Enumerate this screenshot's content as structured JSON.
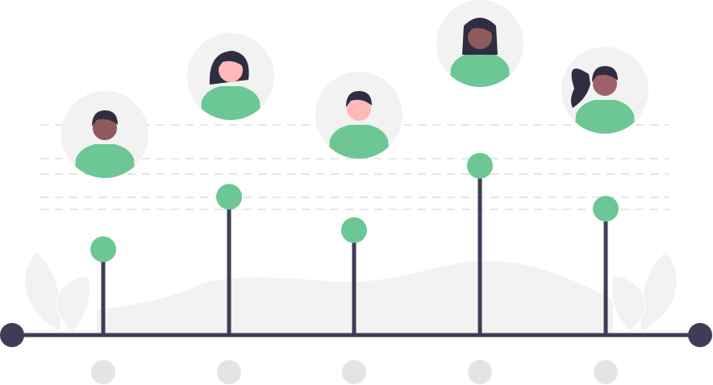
{
  "colors": {
    "accent": "#6cc795",
    "line": "#3f3d56",
    "avatar_bg": "#f2f2f2",
    "guide": "#e6e6e6",
    "dot_gray": "#e4e4e4",
    "hair": "#2f2e41"
  },
  "avatars": [
    {
      "icon": "person-short-hair-icon",
      "skin": "#8f5a5a",
      "level": 0.36
    },
    {
      "icon": "person-bob-hair-icon",
      "skin": "#ffb8b8",
      "level": 0.58
    },
    {
      "icon": "person-short-hair-icon",
      "skin": "#ffb8b8",
      "level": 0.44
    },
    {
      "icon": "person-long-hair-icon",
      "skin": "#8f5a5a",
      "level": 0.71
    },
    {
      "icon": "person-ponytail-icon",
      "skin": "#9e616a",
      "level": 0.53
    }
  ]
}
